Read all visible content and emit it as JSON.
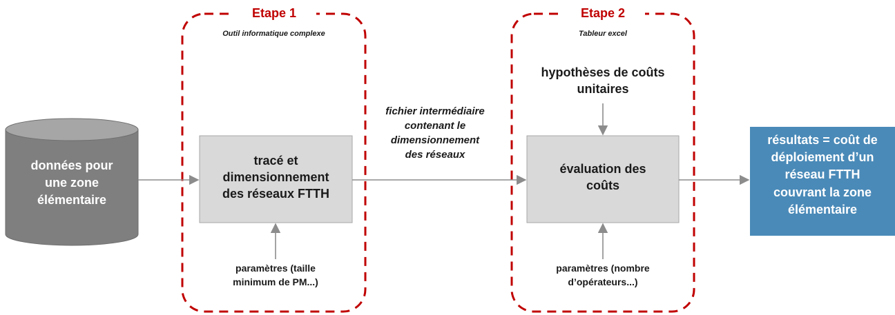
{
  "stage1": {
    "title": "Etape 1",
    "subtitle": "Outil informatique complexe"
  },
  "stage2": {
    "title": "Etape 2",
    "subtitle": "Tableur excel"
  },
  "input": {
    "lines": [
      "données pour",
      "une zone",
      "élémentaire"
    ]
  },
  "process1": {
    "lines": [
      "tracé et",
      "dimensionnement",
      "des réseaux FTTH"
    ]
  },
  "process2": {
    "lines": [
      "évaluation des",
      "coûts"
    ]
  },
  "params1": {
    "lines": [
      "paramètres (taille",
      "minimum de PM...)"
    ]
  },
  "params2": {
    "lines": [
      "paramètres (nombre",
      "d’opérateurs...)"
    ]
  },
  "unit_costs": {
    "lines": [
      "hypothèses de coûts",
      "unitaires"
    ]
  },
  "intermediate": {
    "lines": [
      "fichier intermédiaire",
      "contenant le",
      "dimensionnement",
      "des réseaux"
    ]
  },
  "result": {
    "lines": [
      "résultats = coût de",
      "déploiement d’un",
      "réseau FTTH",
      "couvrant la zone",
      "élémentaire"
    ]
  },
  "colors": {
    "stage_border": "#c00000",
    "cylinder": "#7f7f7f",
    "cylinder_top": "#a6a6a6",
    "process_fill": "#d9d9d9",
    "result_fill": "#4a8ab8",
    "arrow": "#8c8c8c"
  }
}
